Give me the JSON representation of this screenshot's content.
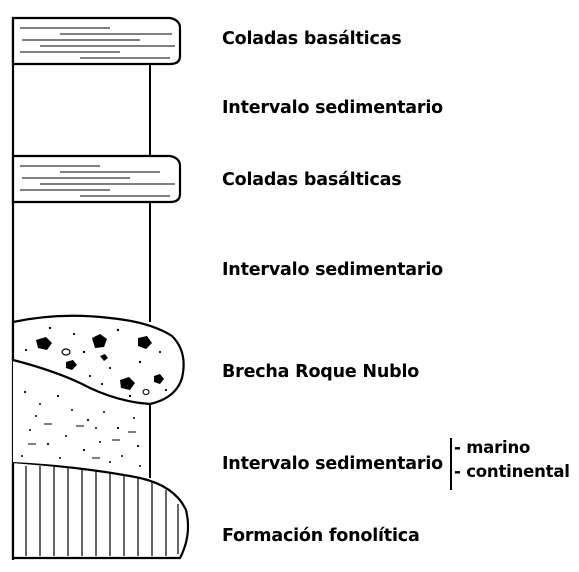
{
  "layers": [
    {
      "key": "basalt_top",
      "label": "Coladas basálticas"
    },
    {
      "key": "sed_1",
      "label": "Intervalo sedimentario"
    },
    {
      "key": "basalt_mid",
      "label": "Coladas basálticas"
    },
    {
      "key": "sed_2",
      "label": "Intervalo sedimentario"
    },
    {
      "key": "breccia",
      "label": "Brecha Roque Nublo"
    },
    {
      "key": "sed_3",
      "label": "Intervalo sedimentario",
      "sub": [
        "- marino",
        "- continental"
      ]
    },
    {
      "key": "phonolite",
      "label": "Formación fonolítica"
    }
  ]
}
